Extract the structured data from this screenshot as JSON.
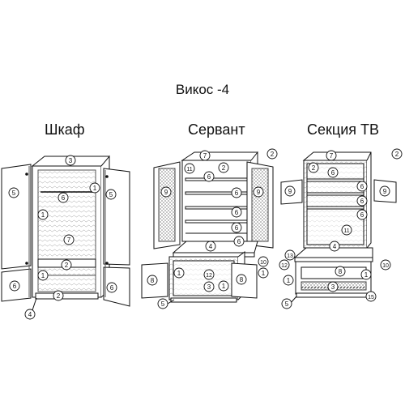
{
  "title": "Викос -4",
  "units": [
    {
      "label": "Шкаф"
    },
    {
      "label": "Сервант"
    },
    {
      "label": "Секция ТВ"
    }
  ],
  "callouts": {
    "shkaf": [
      "3",
      "5",
      "1",
      "5",
      "6",
      "1",
      "7",
      "2",
      "6",
      "1",
      "6",
      "2",
      "4"
    ],
    "servant": [
      "7",
      "2",
      "11",
      "2",
      "6",
      "6",
      "6",
      "6",
      "6",
      "9",
      "9",
      "4",
      "10",
      "1",
      "8",
      "1",
      "12",
      "3",
      "8",
      "1",
      "5"
    ],
    "sekciya": [
      "7",
      "2",
      "2",
      "6",
      "6",
      "6",
      "6",
      "9",
      "9",
      "11",
      "4",
      "13",
      "12",
      "10",
      "8",
      "1",
      "1",
      "3",
      "5",
      "15"
    ]
  }
}
